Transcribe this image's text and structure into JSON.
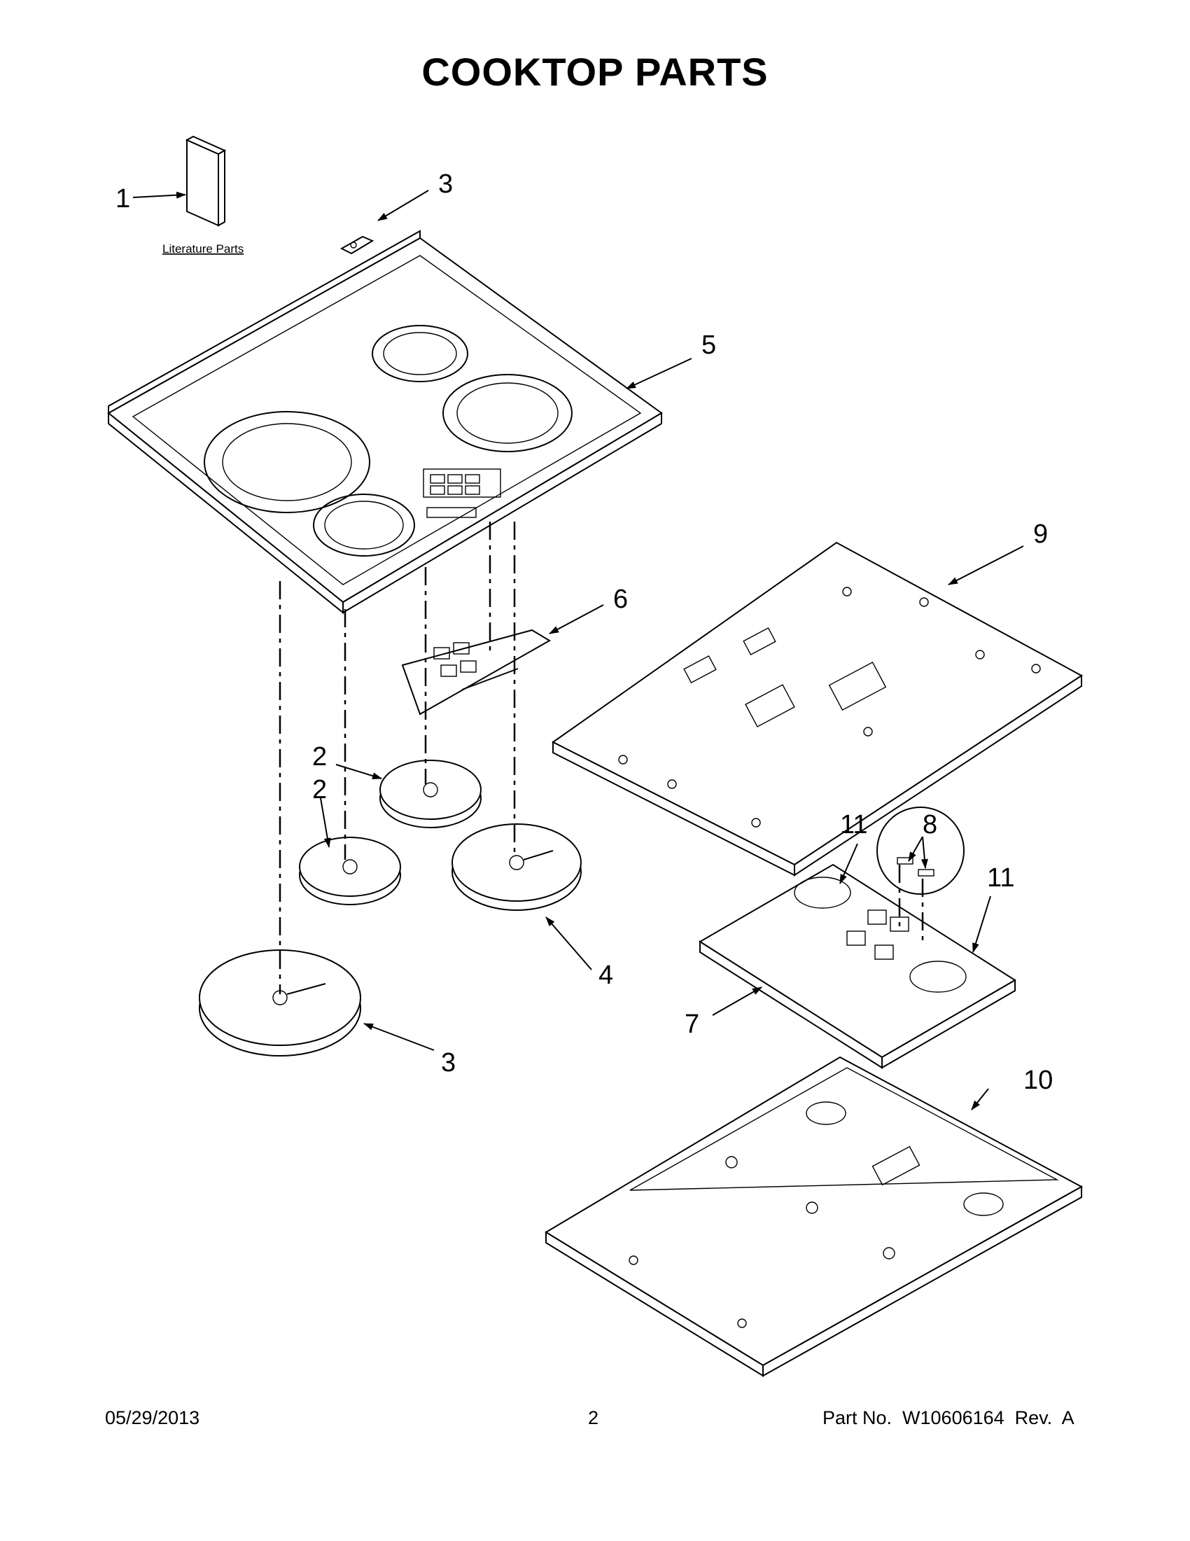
{
  "title": "COOKTOP PARTS",
  "literature_label": "Literature Parts",
  "callouts": {
    "c1": "1",
    "c3_top": "3",
    "c5": "5",
    "c9": "9",
    "c6": "6",
    "c2_a": "2",
    "c2_b": "2",
    "c11_a": "11",
    "c8": "8",
    "c11_b": "11",
    "c4": "4",
    "c7": "7",
    "c3_bottom": "3",
    "c10": "10"
  },
  "footer": {
    "date": "05/29/2013",
    "page": "2",
    "part_no": "Part No.  W10606164  Rev.  A"
  }
}
